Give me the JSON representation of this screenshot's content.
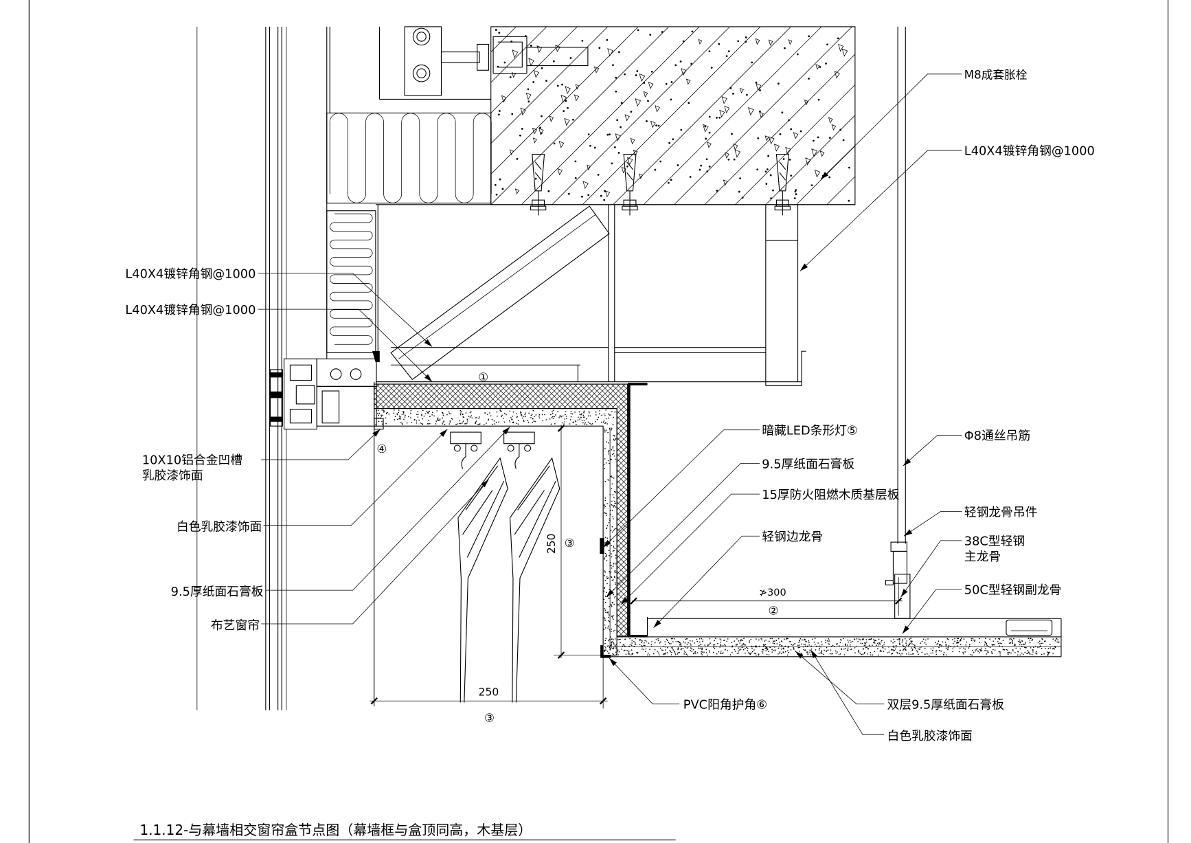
{
  "title": "1.1.12-与幕墙相交窗帘盒节点图（幕墙框与盒顶同高，木基层）",
  "labels_right": {
    "m8_anchor": "M8成套胀栓",
    "angle_steel": "L40X4镀锌角钢@1000",
    "led_light": "暗藏LED条形灯⑤",
    "gypsum_board": "9.5厚纸面石膏板",
    "fire_board": "15厚防火阻燃木质基层板",
    "edge_keel": "轻钢边龙骨",
    "hanger_rod": "Φ8通丝吊筋",
    "hanger_part": "轻钢龙骨吊件",
    "main_keel_line1": "38C型轻钢",
    "main_keel_line2": "主龙骨",
    "sub_keel": "50C型轻钢副龙骨",
    "pvc_corner": "PVC阳角护角⑥",
    "double_gypsum": "双层9.5厚纸面石膏板",
    "white_paint": "白色乳胶漆饰面"
  },
  "labels_left": {
    "angle_steel_1": "L40X4镀锌角钢@1000",
    "angle_steel_2": "L40X4镀锌角钢@1000",
    "groove_line1": "10X10铝合金凹槽",
    "groove_line2": "乳胶漆饰面",
    "white_paint": "白色乳胶漆饰面",
    "gypsum_board": "9.5厚纸面石膏板",
    "curtain": "布艺窗帘"
  },
  "dimensions": {
    "vertical_value": "250",
    "vertical_mark": "③",
    "horizontal_value": "250",
    "horizontal_mark": "③",
    "spacing_value": "≯300",
    "spacing_mark": "②"
  },
  "markers": {
    "frame_mark": "①",
    "groove_mark": "④"
  }
}
